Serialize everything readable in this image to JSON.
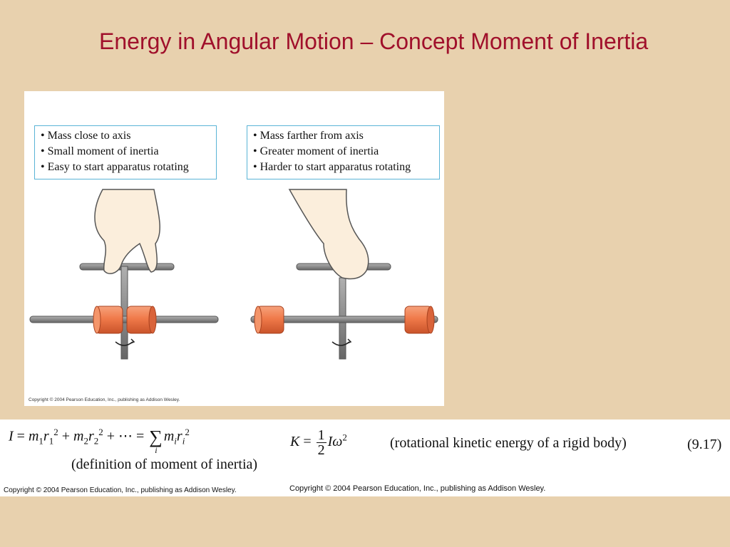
{
  "slide": {
    "title": "Energy in Angular Motion – Concept Moment of Inertia"
  },
  "figure": {
    "left_caption": [
      "• Mass close to axis",
      "• Small moment of inertia",
      "• Easy to start apparatus rotating"
    ],
    "right_caption": [
      "• Mass farther from axis",
      "• Greater moment of inertia",
      "• Harder to start apparatus rotating"
    ],
    "copyright": "Copyright © 2004 Pearson Education, Inc., publishing as Addison Wesley."
  },
  "equations": {
    "inertia_note": "(definition of moment of inertia)",
    "kinetic_note": "(rotational kinetic energy of a rigid body)",
    "equation_number": "(9.17)",
    "copyright_left": "Copyright © 2004 Pearson Education, Inc., publishing as Addison Wesley.",
    "copyright_right": "Copyright © 2004 Pearson Education, Inc., publishing as Addison Wesley."
  },
  "colors": {
    "background": "#e8d1ae",
    "title": "#a0102b",
    "caption_border": "#5ab4d6",
    "rod": "#8c8c8c",
    "mass": "#f07a4a"
  }
}
